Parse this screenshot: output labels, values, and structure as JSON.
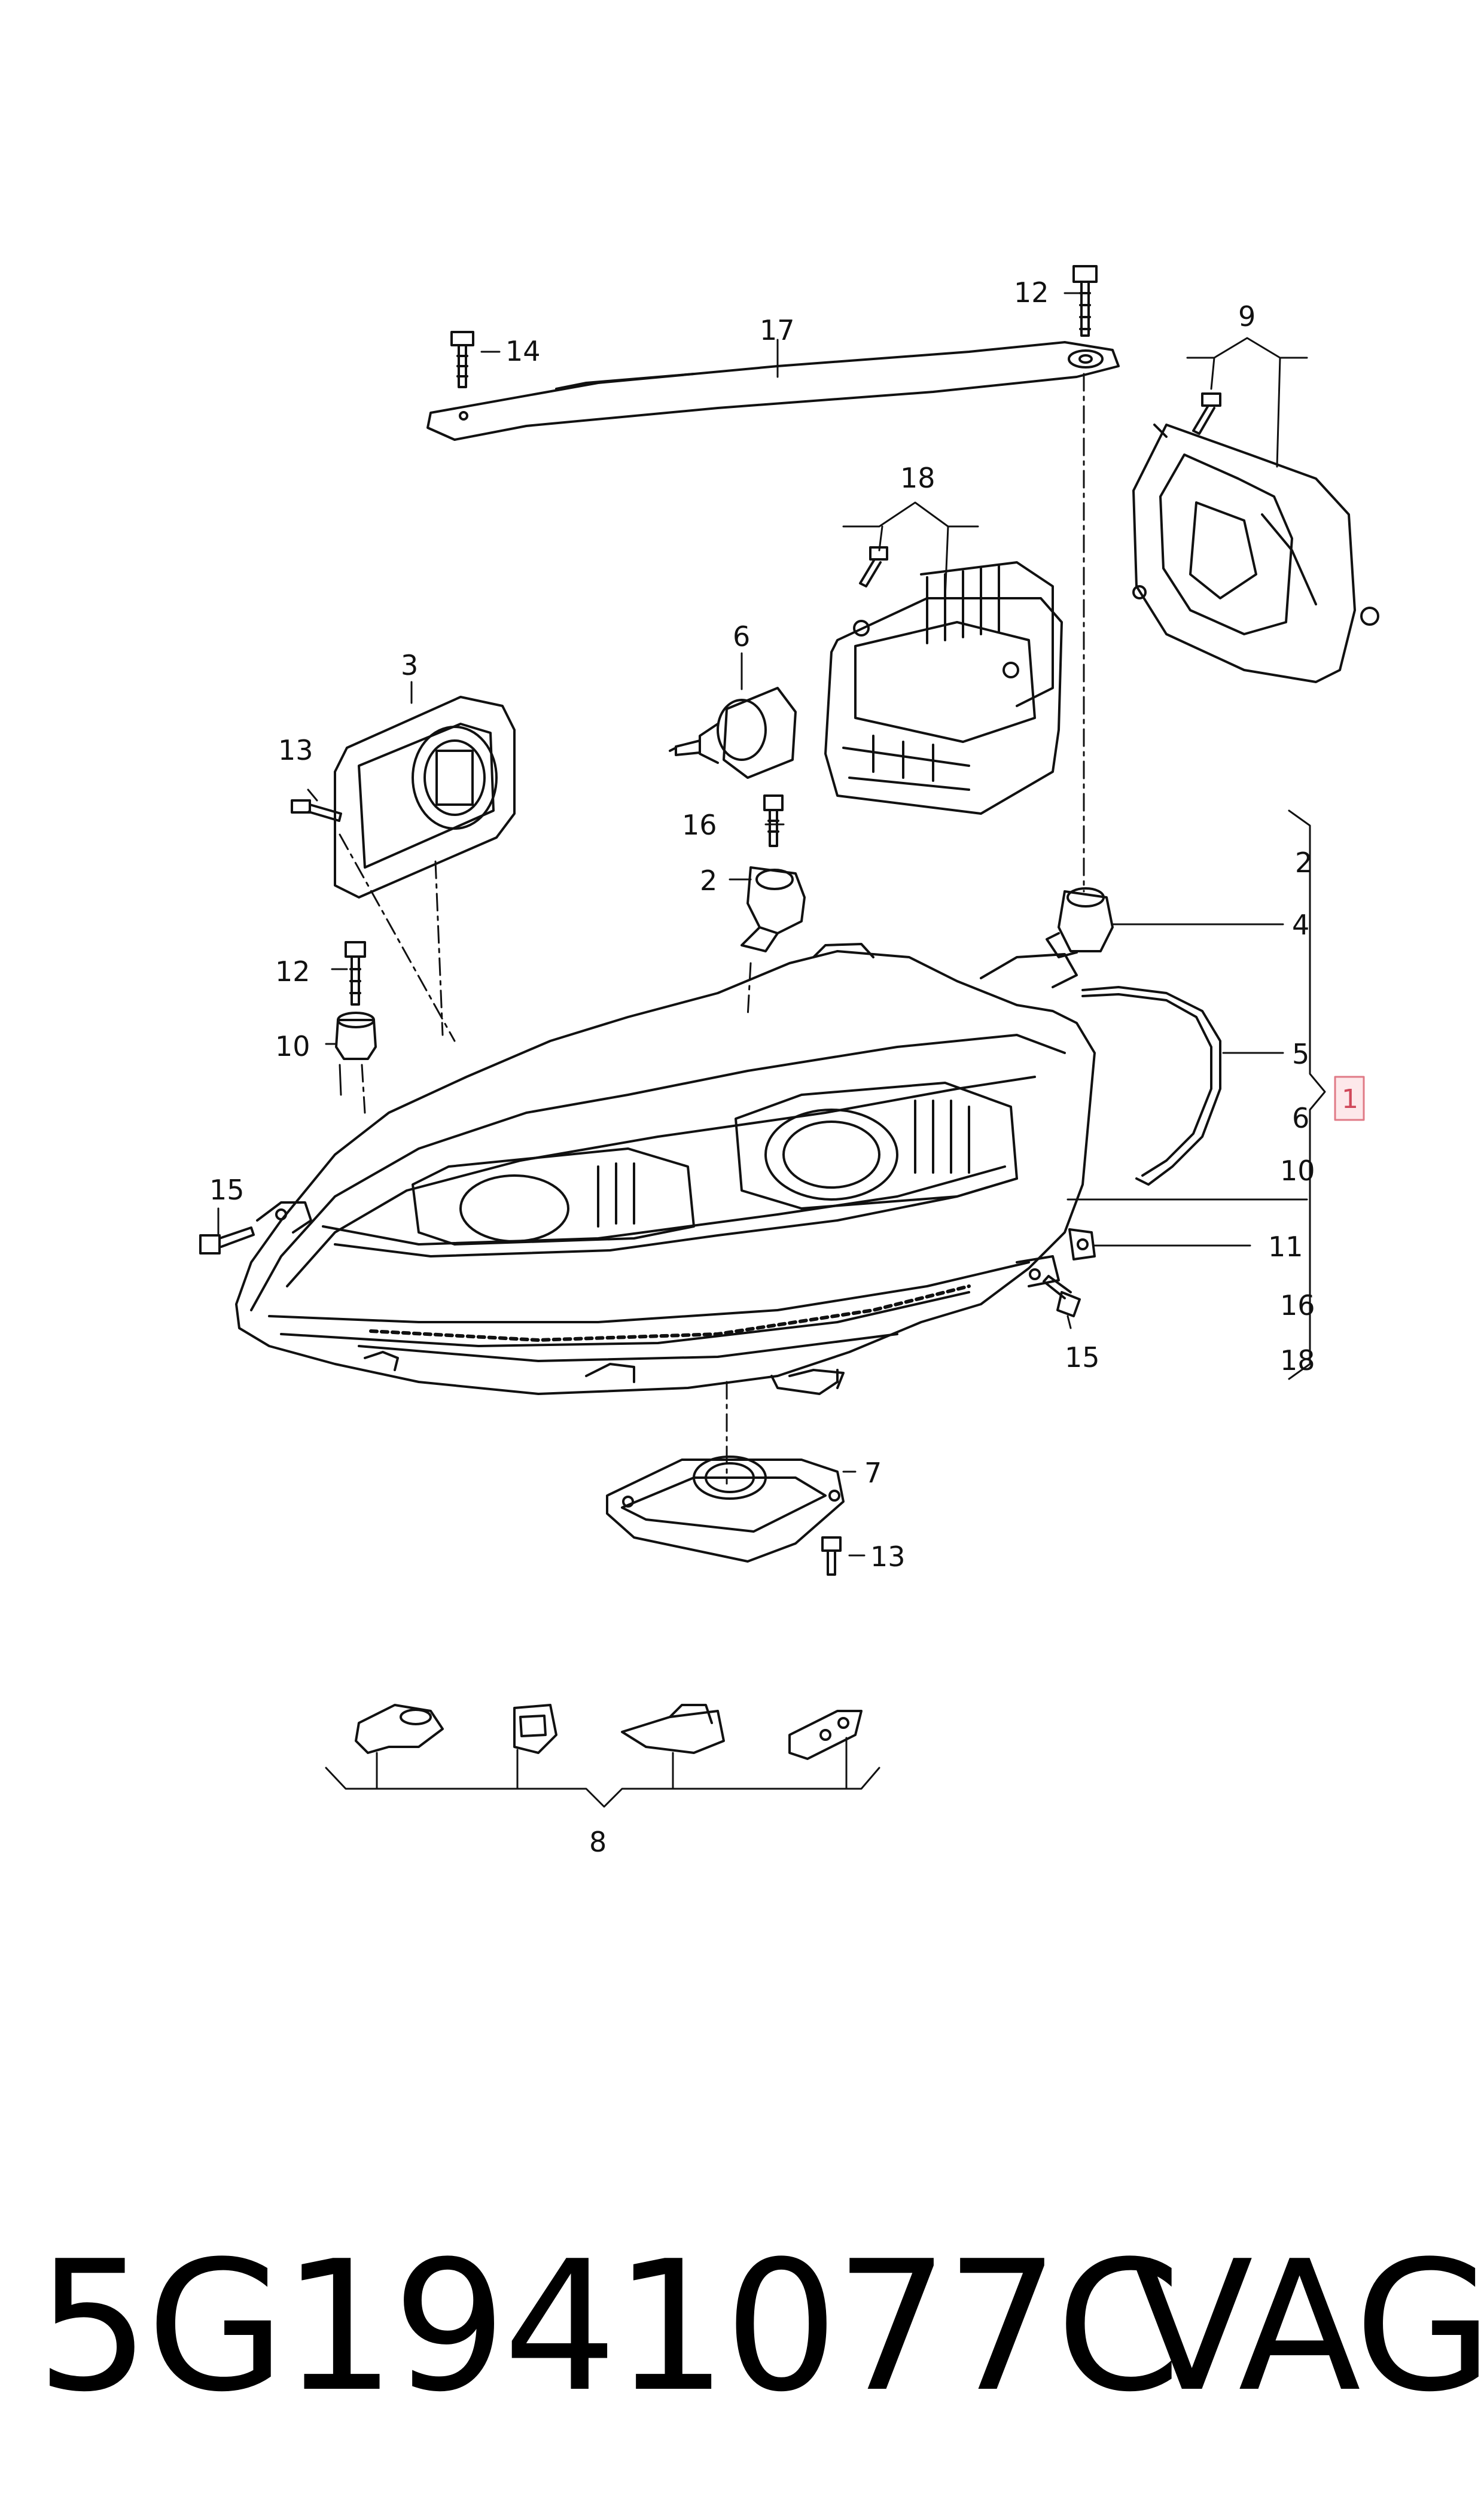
{
  "callouts": {
    "c12_top": "12",
    "c17": "17",
    "c14": "14",
    "c9": "9",
    "c18_top": "18",
    "c3": "3",
    "c6_top": "6",
    "c13_left": "13",
    "c16_top": "16",
    "c2_top": "2",
    "c12_mid": "12",
    "c10_mid": "10",
    "c15_left": "15",
    "c4": "4",
    "c5": "5",
    "c15_right": "15",
    "c11": "11",
    "c7": "7",
    "c13_bottom": "13",
    "c8": "8"
  },
  "assembly_list": [
    "2",
    "4",
    "5",
    "6",
    "10",
    "11",
    "16",
    "18"
  ],
  "assembly_ref": "1",
  "footer": {
    "part_number": "5G1941077C",
    "brand": "VAG"
  }
}
